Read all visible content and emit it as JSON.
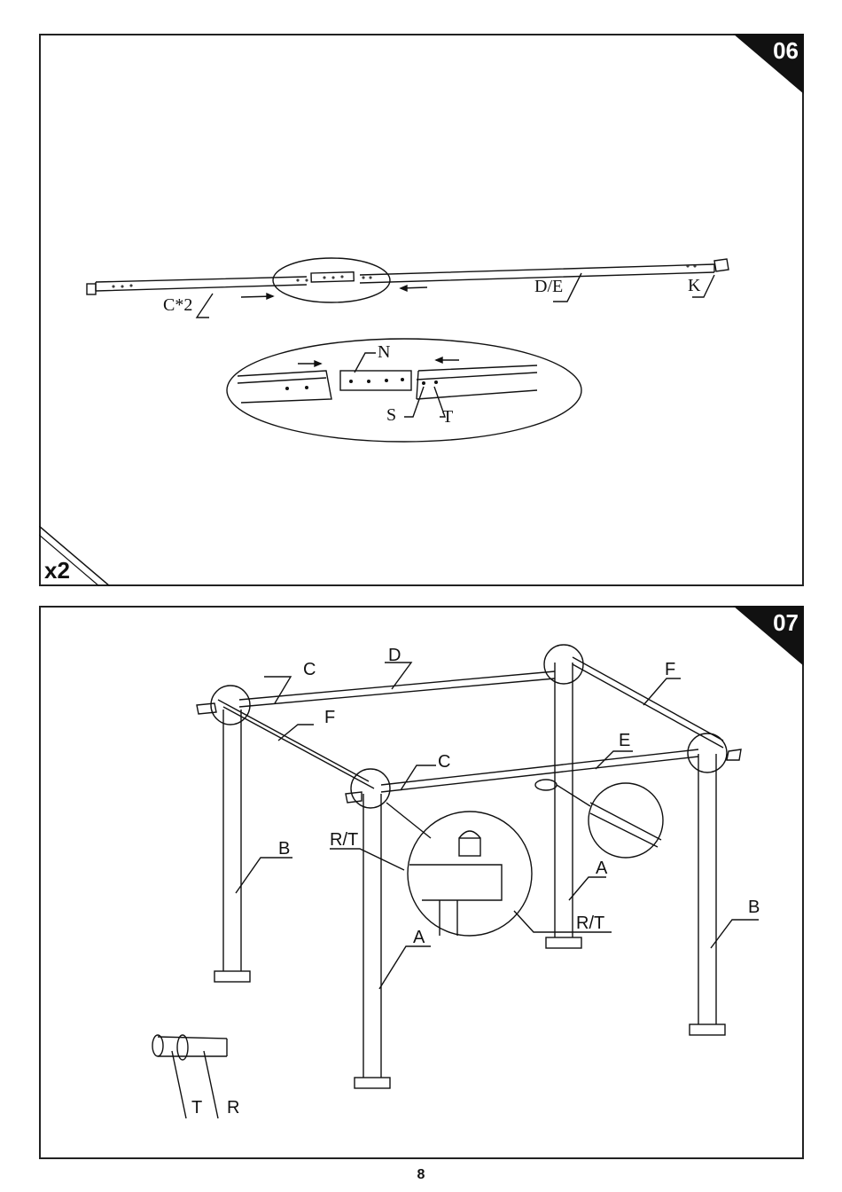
{
  "page_number": "8",
  "step06": {
    "step_number": "06",
    "quantity": "x2",
    "labels": {
      "c2": "C*2",
      "de": "D/E",
      "k": "K",
      "n": "N",
      "s": "S",
      "t": "T"
    }
  },
  "step07": {
    "step_number": "07",
    "labels": {
      "c_left": "C",
      "d": "D",
      "f_right": "F",
      "f_left": "F",
      "c_front": "C",
      "e": "E",
      "b_left": "B",
      "rt_upper": "R/T",
      "a_back": "A",
      "rt_lower": "R/T",
      "a_front": "A",
      "b_right": "B",
      "t": "T",
      "r": "R"
    }
  }
}
